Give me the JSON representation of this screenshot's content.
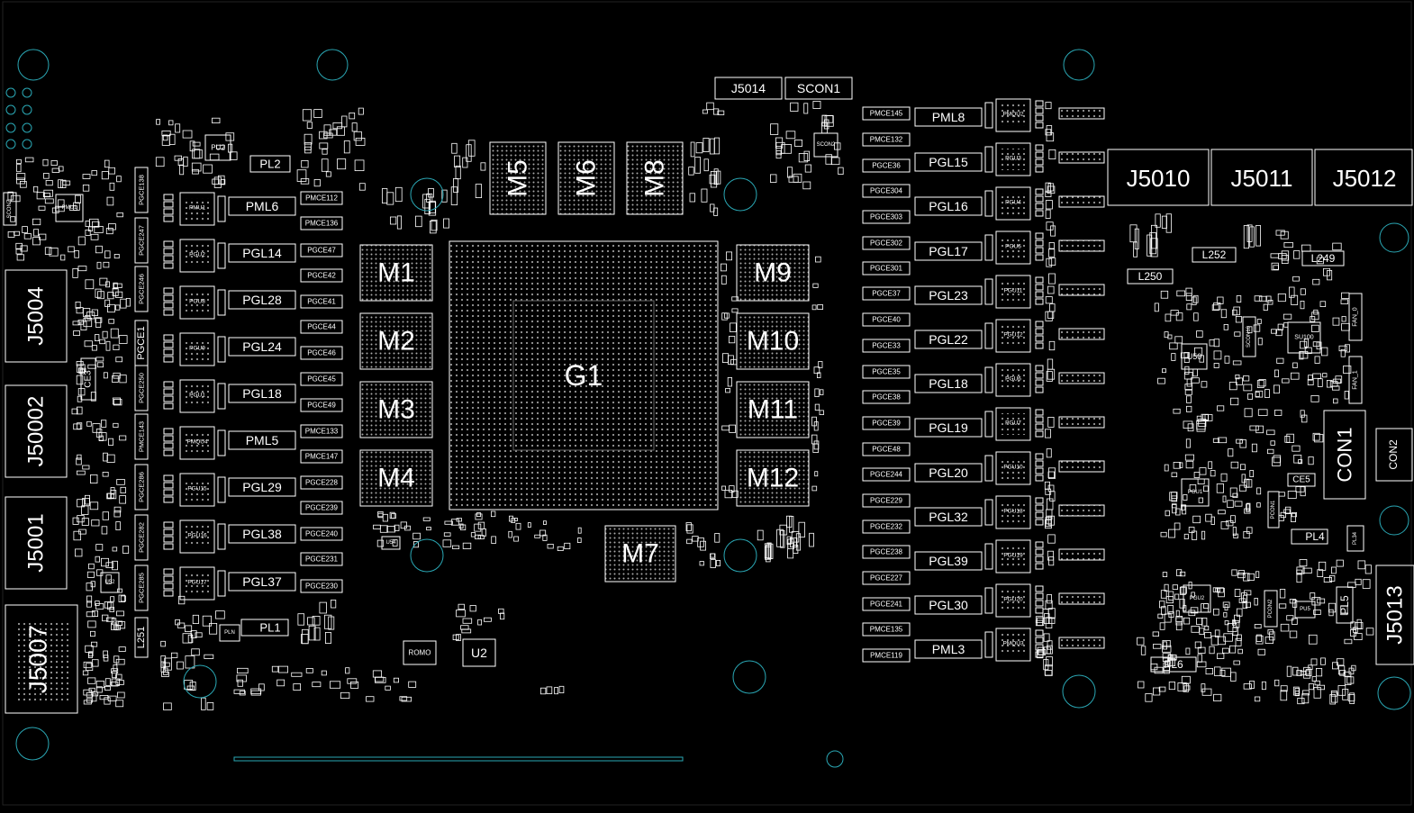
{
  "board": {
    "background": "#000000",
    "outline_color": "#ffffff",
    "hole_color": "#2aa7b4"
  },
  "gpu": {
    "label": "G1"
  },
  "memory": [
    "M1",
    "M2",
    "M3",
    "M4",
    "M5",
    "M6",
    "M8",
    "M9",
    "M10",
    "M11",
    "M12",
    "M7"
  ],
  "connectors_top": {
    "j5014": "J5014",
    "scon1": "SCON1"
  },
  "connectors_right": [
    "J5010",
    "J5011",
    "J5012"
  ],
  "connectors_left": [
    "J5004",
    "J50002",
    "J5001",
    "J5007"
  ],
  "connector_j5013": "J5013",
  "con1": "CON1",
  "con2": "CON2",
  "ce3": "CE3",
  "ce5": "CE5",
  "left_vertical_caps": [
    "PGCE138",
    "PGCE247",
    "PGCE246",
    "PGCE1",
    "PGCE250",
    "PMCE143",
    "PGCE286",
    "PGCE282",
    "PGCE285",
    "L251"
  ],
  "left_phases": [
    "PMU1",
    "PGU2",
    "PGU8",
    "PGU9",
    "PGU1",
    "PMQU4",
    "PGU15",
    "PGU16",
    "PGU17"
  ],
  "left_inductors": [
    "PML6",
    "PGL14",
    "PGL28",
    "PGL24",
    "PGL18",
    "PML5",
    "PGL29",
    "PGL38",
    "PGL37"
  ],
  "left_caps": [
    "PMCE112",
    "PMCE136",
    "PGCE47",
    "PGCE42",
    "PGCE41",
    "PGCE44",
    "PGCE46",
    "PGCE45",
    "PGCE49",
    "PMCE133",
    "PMCE147",
    "PGCE228",
    "PGCE239",
    "PGCE240",
    "PGCE231",
    "PGCE230"
  ],
  "left_misc": {
    "pu2": "PU2",
    "pl2": "PL2",
    "pl1": "PL1",
    "pln": "PLN",
    "u2": "U2",
    "romo": "ROMO",
    "u54": "U54",
    "sconz": "SCONZ",
    "pmu": "PMU1",
    "u52": "U52"
  },
  "right_caps": [
    "PMCE145",
    "PMCE132",
    "PGCE36",
    "PGCE304",
    "PGCE303",
    "PGCE302",
    "PGCE301",
    "PGCE37",
    "PGCE40",
    "PGCE33",
    "PGCE35",
    "PGCE38",
    "PGCE39",
    "PGCE48",
    "PGCE244",
    "PGCE229",
    "PGCE232",
    "PGCE238",
    "PGCE227",
    "PGCE241",
    "PMCE135",
    "PMCE119"
  ],
  "right_inductors": [
    "PML8",
    "PGL15",
    "PGL16",
    "PGL17",
    "PGL23",
    "PGL22",
    "PGL18",
    "PGL19",
    "PGL20",
    "PGL32",
    "PGL39",
    "PGL30",
    "PML3"
  ],
  "right_phases": [
    "PMQU2",
    "PGU3",
    "PGU4",
    "PGU5",
    "PGU11",
    "PGU12",
    "PGU6",
    "PGU7",
    "PGU10",
    "PGU18",
    "PGU19",
    "PGU20",
    "PMQU3"
  ],
  "right_area": {
    "l252": "L252",
    "l249": "L249",
    "l250": "L250",
    "u50": "U50",
    "su100": "SU100",
    "pl4": "PL4",
    "pl5": "PL5",
    "pl6": "PL6",
    "pgu1": "PGU1",
    "pgu2": "PGU2",
    "fan0": "FAN_0",
    "fan1": "FAN_1",
    "pl34": "PL34",
    "pcon1": "PCON1",
    "pcon2": "PCON2",
    "pu5": "PU5",
    "scon10": "SCON10",
    "scon2": "SCON2"
  }
}
